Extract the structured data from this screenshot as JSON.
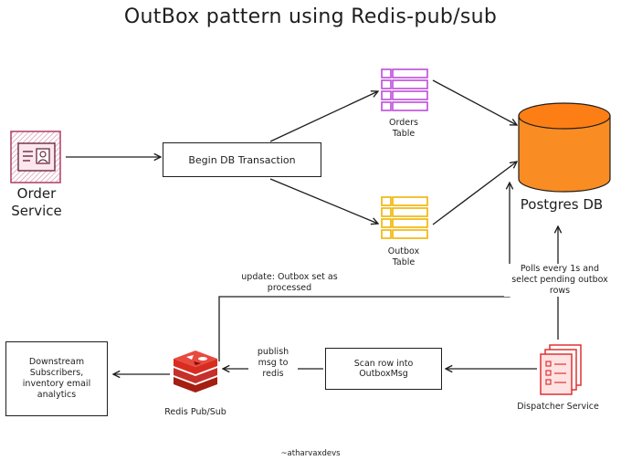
{
  "title": "OutBox pattern using Redis-pub/sub",
  "order_service": {
    "label_line1": "Order",
    "label_line2": "Service"
  },
  "transaction_box": {
    "label": "Begin DB Transaction"
  },
  "orders_table": {
    "label_line1": "Orders",
    "label_line2": "Table"
  },
  "outbox_table": {
    "label_line1": "Outbox",
    "label_line2": "Table"
  },
  "postgres": {
    "label": "Postgres DB"
  },
  "polls_note": {
    "line1": "Polls every 1s and",
    "line2": "select pending outbox",
    "line3": "rows"
  },
  "update_note": {
    "line1": "update: Outbox set as",
    "line2": "processed"
  },
  "dispatcher": {
    "label": "Dispatcher Service"
  },
  "scan_box": {
    "line1": "Scan row into",
    "line2": "OutboxMsg"
  },
  "publish_note": {
    "line1": "publish",
    "line2": "msg to",
    "line3": "redis"
  },
  "redis": {
    "label": "Redis Pub/Sub"
  },
  "downstream_box": {
    "line1": "Downstream",
    "line2": "Subscribers,",
    "line3": "inventory email",
    "line4": "analytics"
  },
  "credit": "~atharvaxdevs",
  "colors": {
    "ink": "#1e1e1e",
    "orders_table": "#be4bdb",
    "outbox_table": "#f2b300",
    "postgres": "#f98c22",
    "order_service": "#b4486a",
    "dispatcher": "#e03131",
    "redis": "#d62b2b"
  },
  "icons": {
    "order_service": "id-card-icon",
    "orders_table": "table-icon",
    "outbox_table": "table-icon",
    "postgres": "database-cylinder-icon",
    "dispatcher": "documents-list-icon",
    "redis": "redis-stack-icon"
  }
}
